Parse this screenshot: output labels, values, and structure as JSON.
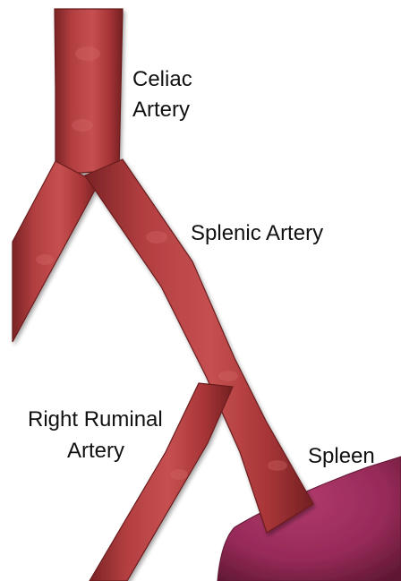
{
  "labels": {
    "celiac": [
      "Celiac",
      "Artery"
    ],
    "splenic": "Splenic Artery",
    "ruminal": [
      "Right Ruminal",
      "Artery"
    ],
    "spleen": "Spleen"
  },
  "colors": {
    "vessel": "#b23e40",
    "vessel_dark": "#7a2325",
    "vessel_light": "#cf5a5a",
    "spleen": "#a0305f",
    "spleen_dark": "#6a1b3a",
    "label": "#111111"
  }
}
